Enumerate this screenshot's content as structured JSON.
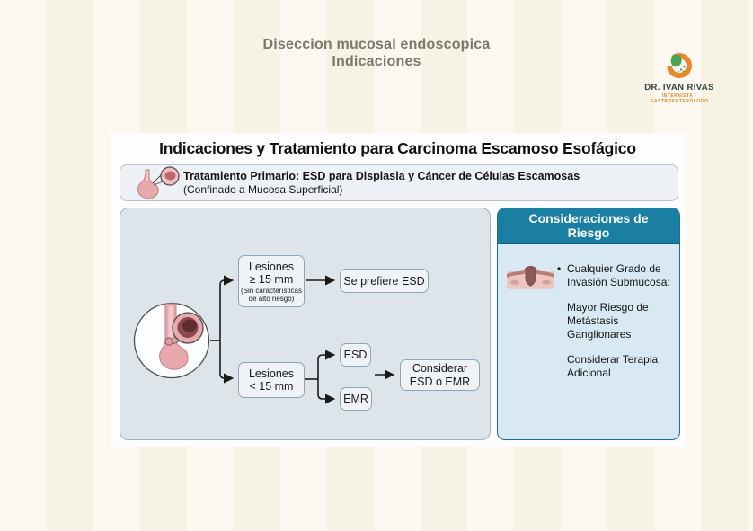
{
  "slide": {
    "title": "Diseccion mucosal endoscopica",
    "subtitle": "Indicaciones"
  },
  "logo": {
    "doctor_name": "DR. IVAN RIVAS",
    "specialty": "INTERNISTA - GASTROENTERÓLOGO",
    "icon": "stomach-logo-icon",
    "orange": "#e8872b",
    "green": "#4aa551"
  },
  "diagram": {
    "title": "Indicaciones y Tratamiento para Carcinoma Escamoso Esofágico",
    "primary_banner": {
      "icon": "stomach-endoscopy-icon",
      "title": "Tratamiento Primario: ESD para Displasia y Cáncer de Células Escamosas",
      "subtitle": "(Confinado a Mucosa Superficial)"
    },
    "flowchart": {
      "icon": "esophagus-endoscopic-view-icon",
      "large_lesion_node": {
        "line1": "Lesiones",
        "line2": "≥ 15 mm",
        "note": "(Sin características de alto riesgo)"
      },
      "large_lesion_outcome": "Se prefiere ESD",
      "small_lesion_node": {
        "line1": "Lesiones",
        "line2": "< 15 mm"
      },
      "option_esd": "ESD",
      "option_emr": "EMR",
      "small_lesion_outcome": {
        "line1": "Considerar",
        "line2": "ESD o EMR"
      }
    },
    "risk_panel": {
      "icon": "submucosal-invasion-icon",
      "header_line1": "Consideraciones de",
      "header_line2": "Riesgo",
      "bullet_point": "Cualquier Grado de Invasión Submucosa:",
      "consequence": "Mayor Riesgo de Metástasis Ganglionares",
      "recommendation": "Considerar Terapia Adicional"
    }
  },
  "colors": {
    "slide_background": "#f6f2e4",
    "slide_title_text": "#7c786b",
    "accent_teal": "#1b7fa4",
    "flowchart_panel": "#dde4ea",
    "risk_panel_body": "#d9e9f3",
    "node_fill": "#eff3f7",
    "node_border": "#8ba6bb",
    "stomach_pink": "#e7a9ac",
    "lumen_maroon": "#5f2e32"
  }
}
